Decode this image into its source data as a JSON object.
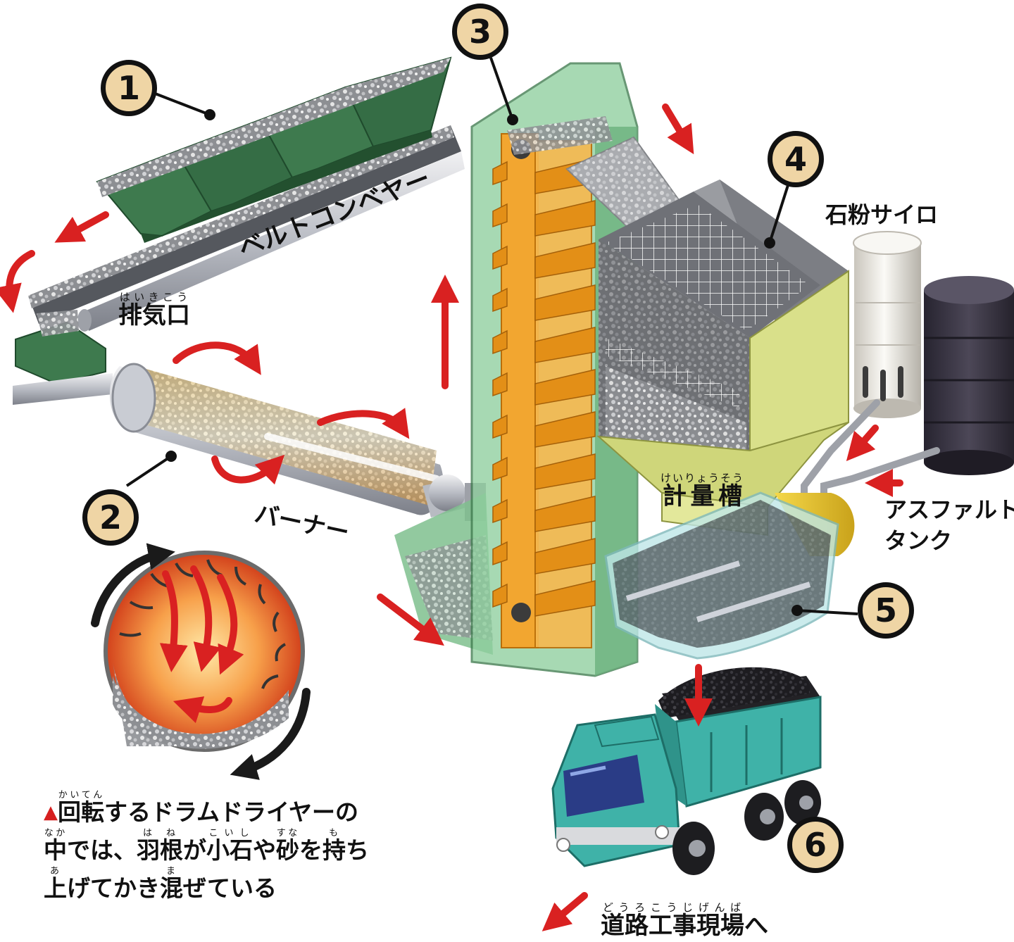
{
  "steps": {
    "s1": "1",
    "s2": "2",
    "s3": "3",
    "s4": "4",
    "s5": "5",
    "s6": "6"
  },
  "labels": {
    "belt_conveyor": "ベルトコンベヤー",
    "exhaust": {
      "base": "排気口",
      "ruby": "はいきこう"
    },
    "burner": "バーナー",
    "stone_powder_silo": "石粉サイロ",
    "asphalt_tank_line1": "アスファルト",
    "asphalt_tank_line2": "タンク",
    "weighing_tank": {
      "base": "計量槽",
      "ruby": "けいりょうそう"
    },
    "to_road_site": {
      "base": "道路工事現場",
      "ruby": "どうろこうじげんば",
      "suffix": "へ"
    }
  },
  "caption": {
    "marker": "▲",
    "p1_base": "回転",
    "p1_ruby": "かいてん",
    "p1_rest": "するドラムドライヤーの",
    "p2_base": "中",
    "p2_ruby": "なか",
    "p2_text": "では、",
    "p3_base": "羽根",
    "p3_ruby": "はね",
    "p3_text": "が",
    "p4_base": "小石",
    "p4_ruby": "こいし",
    "p4_text": "や",
    "p5_base": "砂",
    "p5_ruby": "すな",
    "p5_text": "を",
    "p6_base": "持",
    "p6_ruby": "も",
    "p6_text": "ち",
    "p7_base": "上",
    "p7_ruby": "あ",
    "p7_text": "げてかき",
    "p8_base": "混",
    "p8_ruby": "ま",
    "p8_text": "ぜている"
  },
  "colors": {
    "arrow_red": "#d92121",
    "conveyor_green": "#3e7a4e",
    "elevator_green": "#8fcf9e",
    "elevator_orange": "#f2a630",
    "hopper_olive": "#d9e08a",
    "truck_teal": "#3fb2a8",
    "silo_white": "#ece8df",
    "tank_dark": "#3a3546",
    "badge_fill": "#efd5a5"
  }
}
